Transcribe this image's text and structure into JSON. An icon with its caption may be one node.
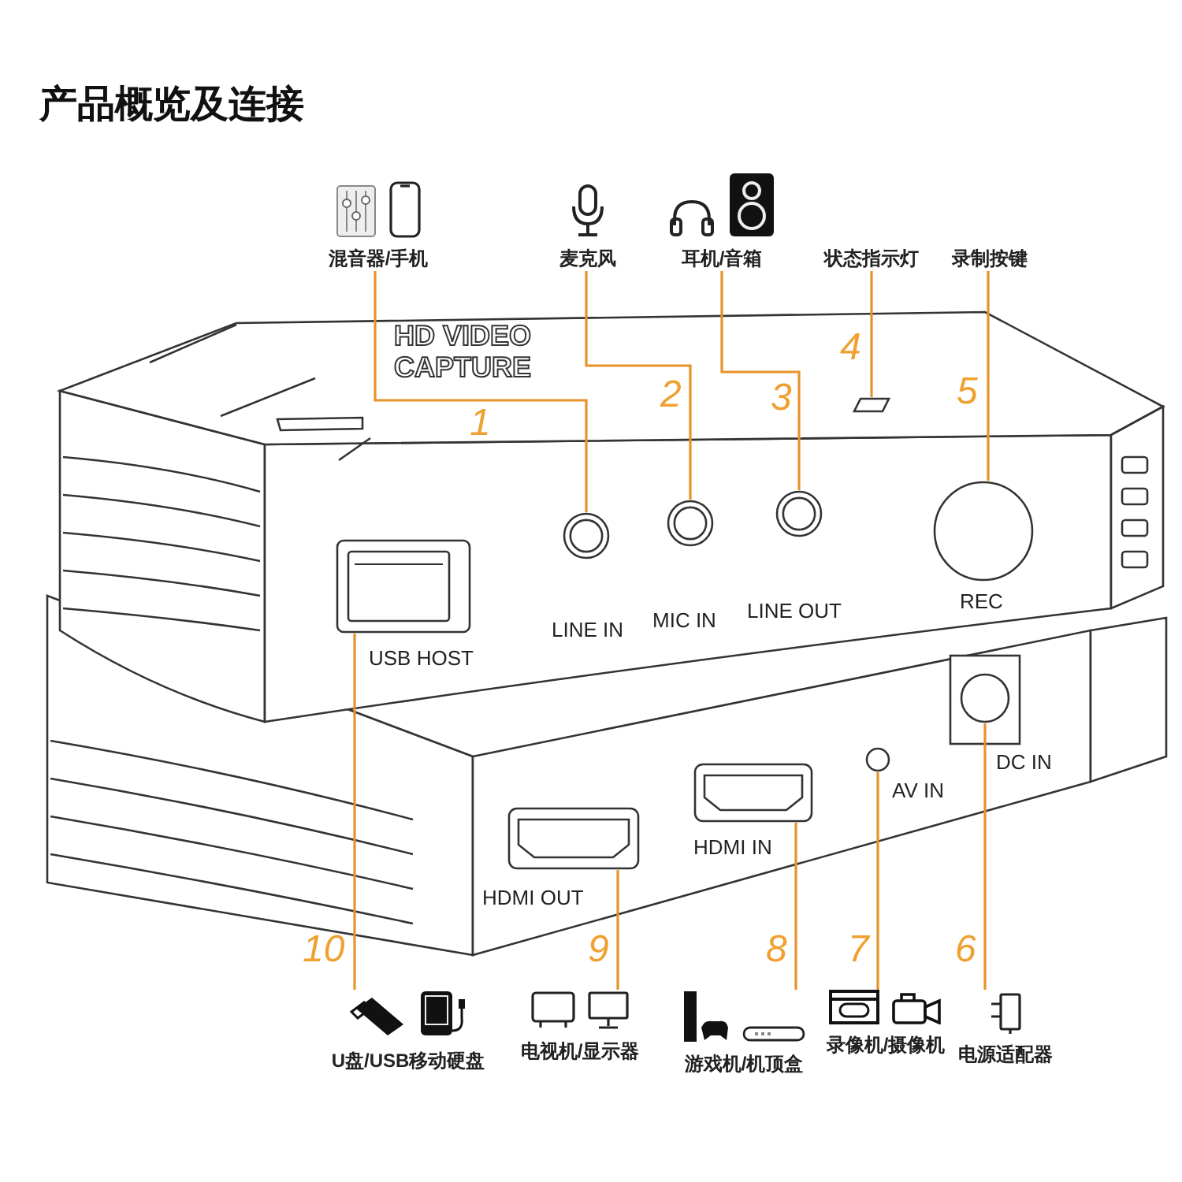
{
  "diagram": {
    "title": "产品概览及连接",
    "nodes": [
      {
        "text": [
          "混音器/手机"
        ]
      },
      {
        "text": [
          "麦克风"
        ]
      },
      {
        "text": [
          "耳机/音箱"
        ]
      },
      {
        "text": [
          "状态指示灯"
        ]
      },
      {
        "text": [
          "录制按键"
        ]
      },
      {
        "text": [],
        "shape": "box"
      },
      {
        "text": [],
        "shape": "box",
        "beside": [
          "USB HOST"
        ]
      },
      {
        "text": [],
        "shape": "circle",
        "beside": [
          "LINE IN"
        ]
      },
      {
        "text": [],
        "shape": "circle",
        "beside": [
          "MIC IN"
        ]
      },
      {
        "text": [],
        "shape": "circle",
        "beside": [
          "LINE OUT"
        ]
      },
      {
        "text": [],
        "shape": "circle",
        "beside": [
          "REC"
        ]
      },
      {
        "text": [],
        "shape": "box",
        "beside": [
          "HDMI OUT"
        ]
      },
      {
        "text": [],
        "shape": "box",
        "beside": [
          "HDMI IN"
        ]
      },
      {
        "text": [],
        "shape": "circle",
        "beside": [
          "AV IN"
        ]
      },
      {
        "text": [],
        "shape": "circle",
        "beside": [
          "DC IN"
        ]
      },
      {
        "text": [
          "U盘/USB移动硬盘"
        ]
      },
      {
        "text": [
          "电视机/显示器"
        ]
      },
      {
        "text": [
          "游戏机/机顶盒"
        ]
      },
      {
        "text": [
          "录像机/摄像机"
        ]
      },
      {
        "text": [
          "电源适配器"
        ]
      }
    ],
    "edges": [
      {
        "from": 0,
        "to": 7,
        "arrow": "none",
        "label": "1"
      },
      {
        "from": 1,
        "to": 8,
        "arrow": "none",
        "label": "2"
      },
      {
        "from": 2,
        "to": 9,
        "arrow": "none",
        "label": "3"
      },
      {
        "from": 3,
        "to": 5,
        "arrow": "none",
        "label": "4"
      },
      {
        "from": 4,
        "to": 10,
        "arrow": "none",
        "label": "5"
      },
      {
        "from": 19,
        "to": 14,
        "arrow": "none",
        "label": "6"
      },
      {
        "from": 18,
        "to": 13,
        "arrow": "none",
        "label": "7"
      },
      {
        "from": 17,
        "to": 12,
        "arrow": "none",
        "label": "8"
      },
      {
        "from": 16,
        "to": 11,
        "arrow": "none",
        "label": "9"
      },
      {
        "from": 15,
        "to": 6,
        "arrow": "none",
        "label": "10"
      }
    ],
    "labels": [
      "HD VIDEO CAPTURE"
    ]
  }
}
